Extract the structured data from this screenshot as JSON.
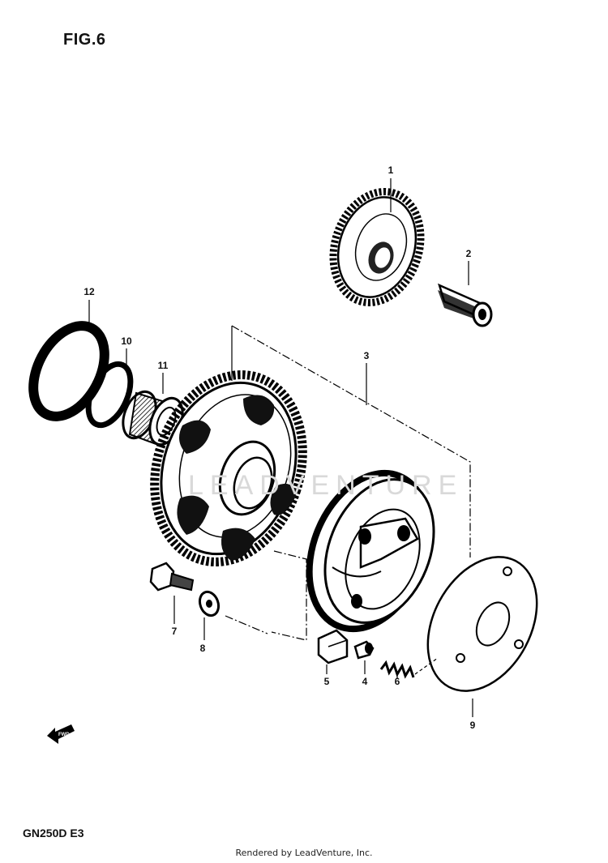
{
  "figure": {
    "title": "FIG.6"
  },
  "model_code": "GN250D E3",
  "footer": "Rendered by LeadVenture, Inc.",
  "watermark": "LEADVENTURE",
  "fwd_label": "FWD",
  "callouts": [
    "1",
    "2",
    "3",
    "4",
    "5",
    "6",
    "7",
    "8",
    "9",
    "10",
    "11",
    "12"
  ]
}
